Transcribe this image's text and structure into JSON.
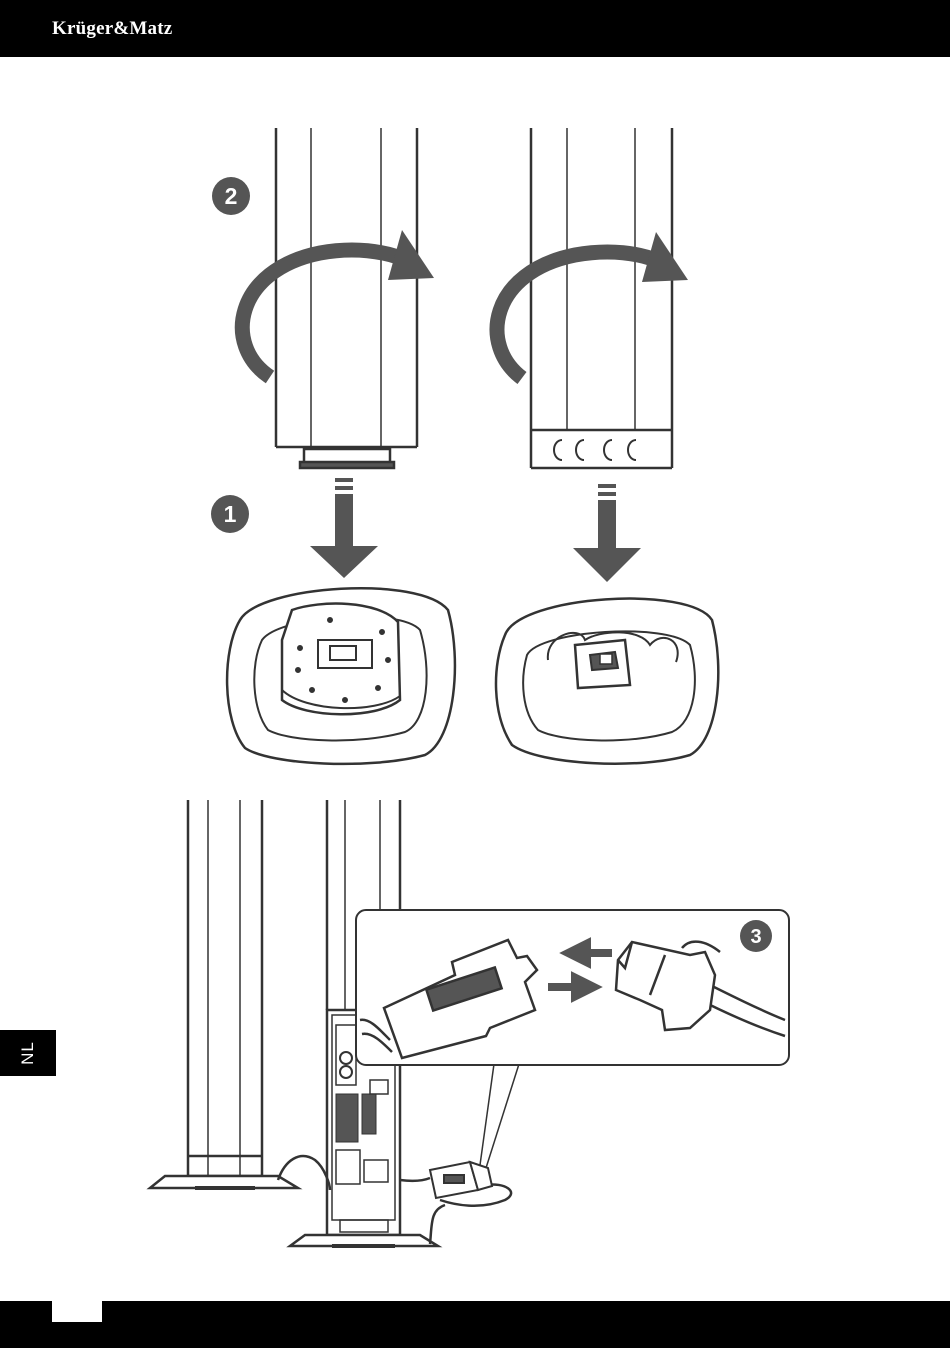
{
  "header": {
    "brand": "Krüger&Matz"
  },
  "side_tab": {
    "language": "NL"
  },
  "steps": {
    "step1": "1",
    "step2": "2",
    "step3": "3"
  },
  "colors": {
    "bar": "#000000",
    "ink": "#333333",
    "fill": "#555555",
    "paper": "#ffffff"
  }
}
